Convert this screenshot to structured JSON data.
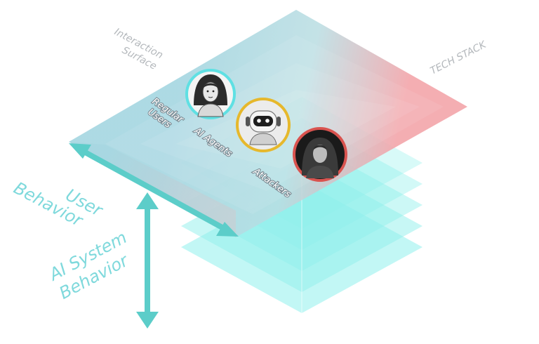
{
  "labels": {
    "interaction_surface": [
      "Interaction",
      "Surface"
    ],
    "tech_stack": "TECH STACK",
    "user_behavior": [
      "User",
      "Behavior"
    ],
    "ai_system_behavior": [
      "AI System",
      "Behavior"
    ]
  },
  "actors": [
    {
      "id": "regular-users",
      "label": [
        "Regular",
        "Users"
      ],
      "ring_color": "#5fe0e3",
      "avatar": "woman-portrait-icon"
    },
    {
      "id": "ai-agents",
      "label": [
        "AI Agents"
      ],
      "ring_color": "#e6b82c",
      "avatar": "robot-icon"
    },
    {
      "id": "attackers",
      "label": [
        "Attackers"
      ],
      "ring_color": "#d9534f",
      "avatar": "hooded-attacker-icon"
    }
  ],
  "colors": {
    "surface_blue": "#a9d8e2",
    "surface_red": "#f2a7ab",
    "layer_cyan": "#8ff0ec",
    "axis_arrow": "#5ccdc9"
  }
}
